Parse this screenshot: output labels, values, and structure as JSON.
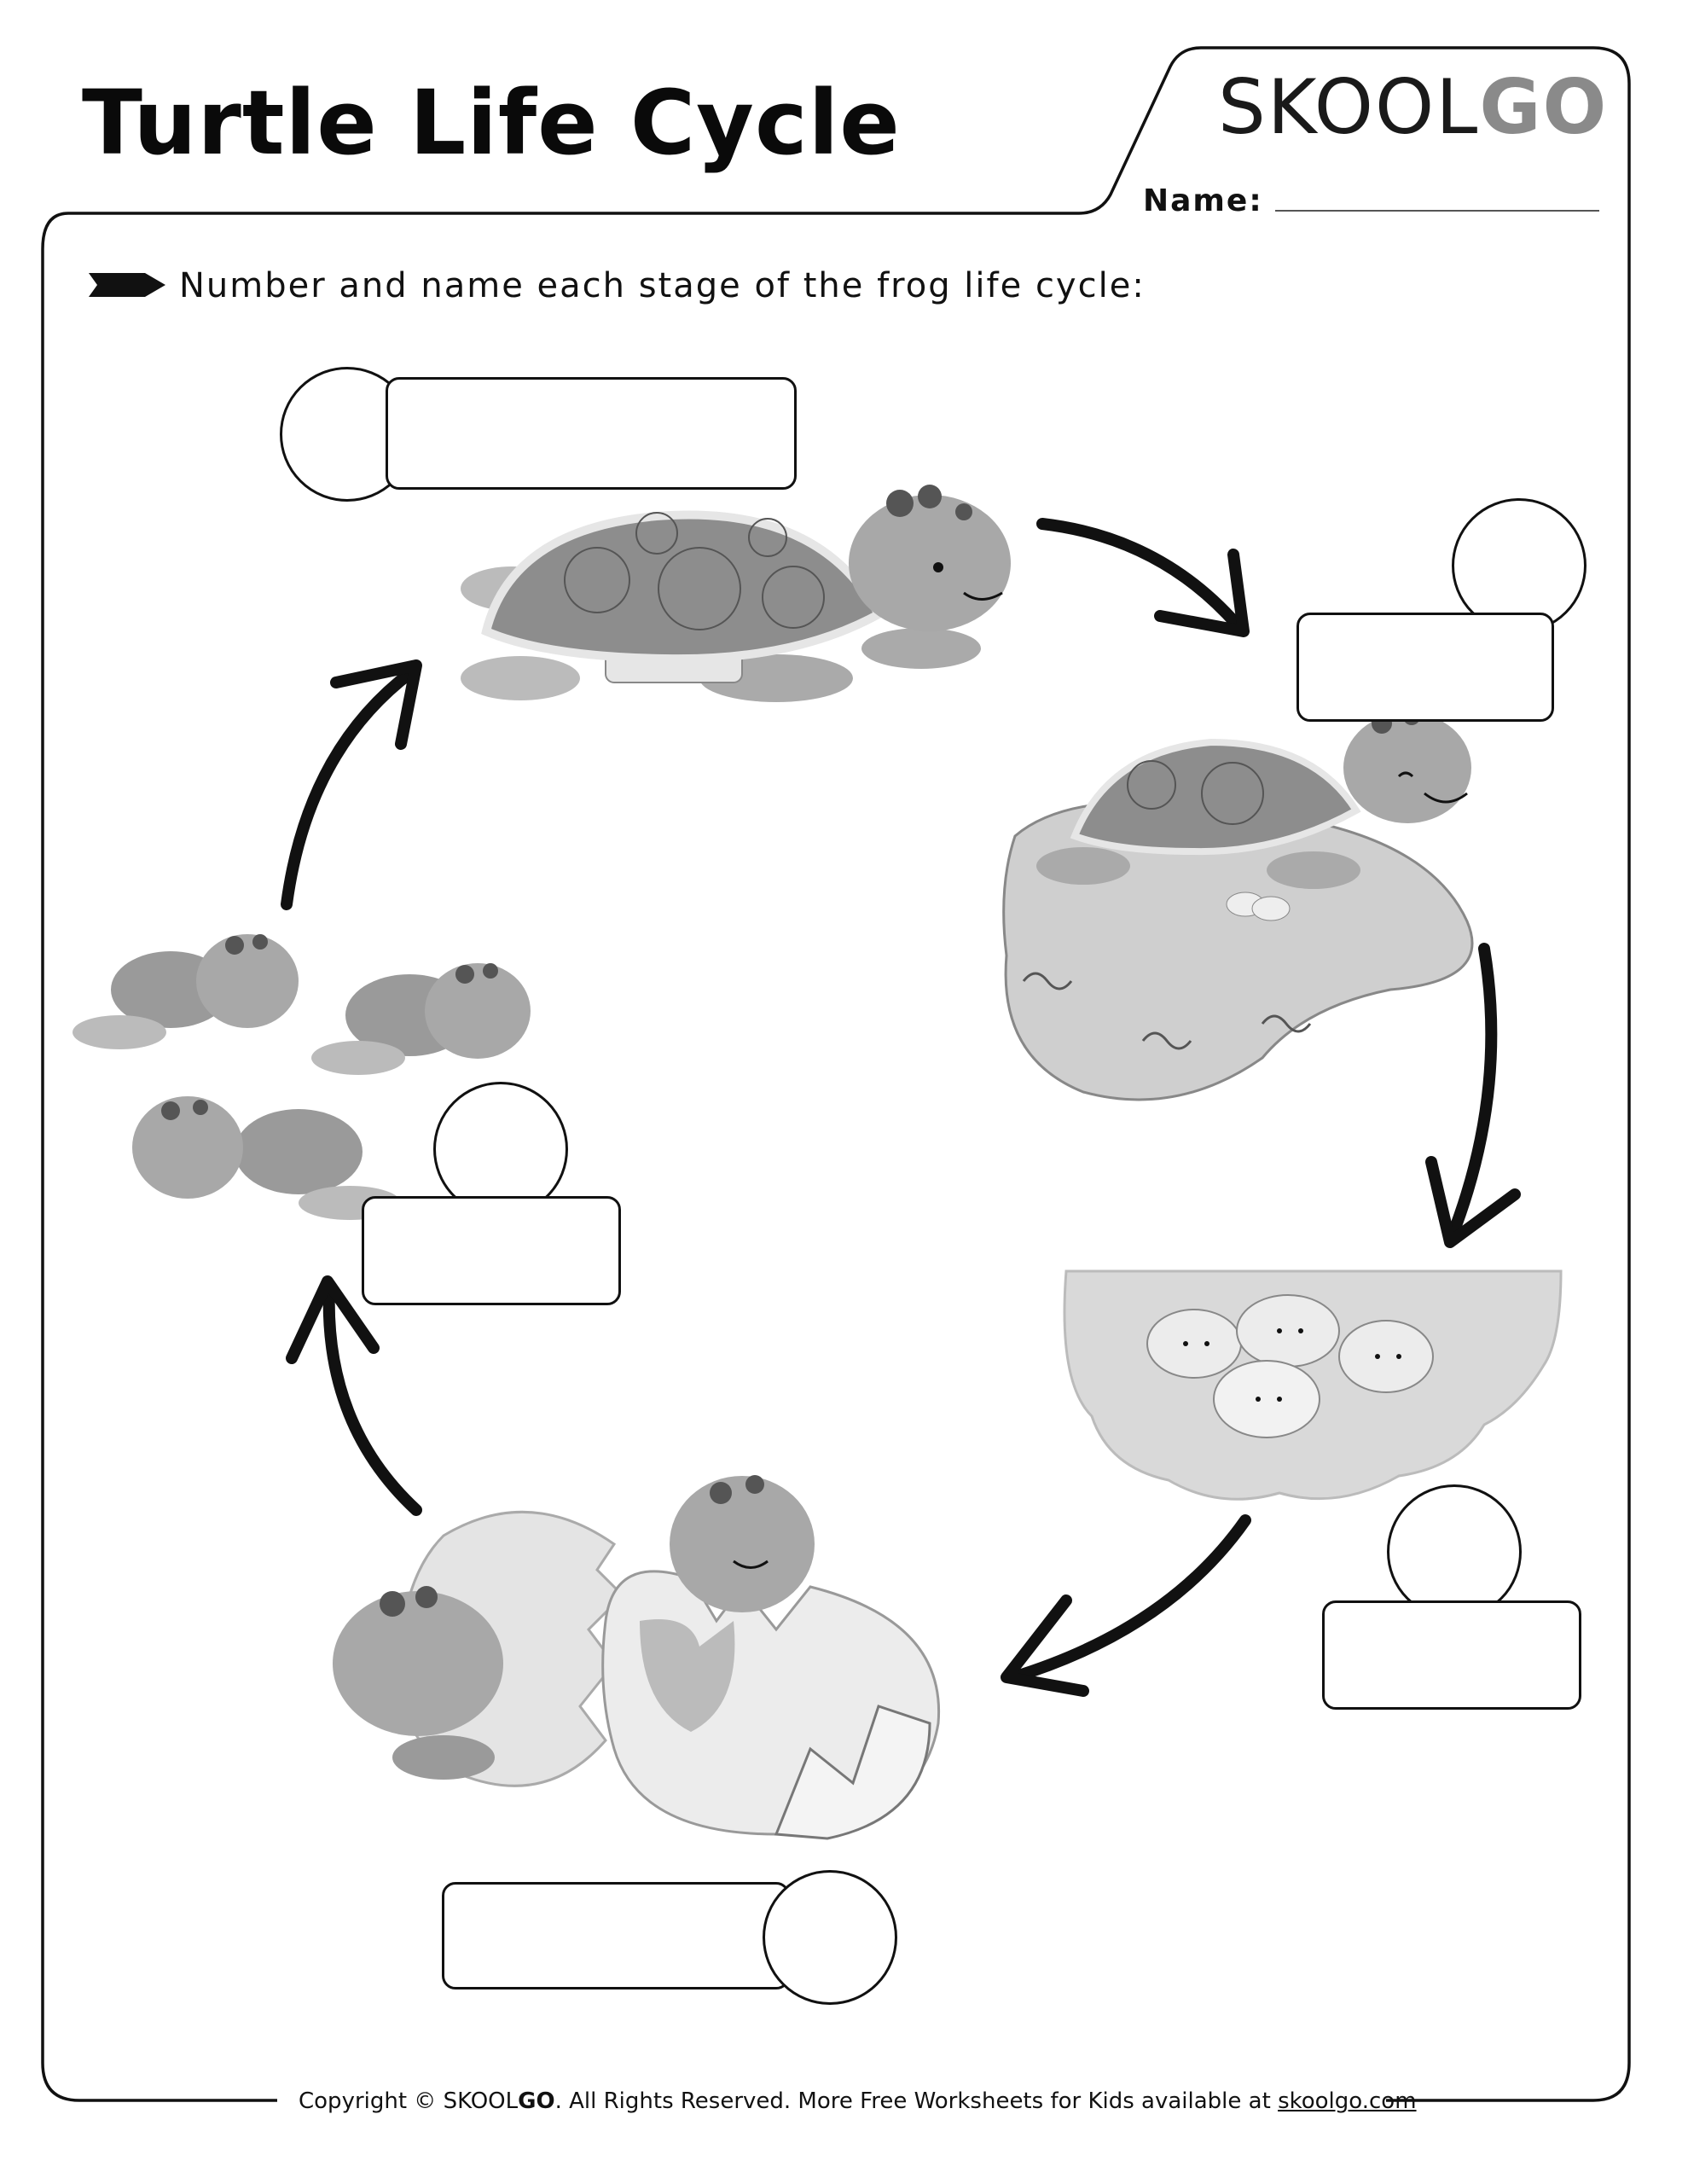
{
  "header": {
    "title": "Turtle Life Cycle",
    "brand_main": "SKOOL",
    "brand_accent": "GO",
    "name_label": "Name:"
  },
  "instruction": {
    "text": "Number and name each stage of the frog life cycle:",
    "icon": "arrow-tag-icon"
  },
  "stages": [
    {
      "id": "adult",
      "icon": "adult-turtle-icon"
    },
    {
      "id": "nesting",
      "icon": "nesting-turtle-icon"
    },
    {
      "id": "eggs",
      "icon": "turtle-eggs-icon"
    },
    {
      "id": "hatching",
      "icon": "hatching-turtle-icon"
    },
    {
      "id": "hatchlings",
      "icon": "hatchling-turtles-icon"
    }
  ],
  "footer": {
    "copyright_prefix": "Copyright © SKOOL",
    "copyright_brand_accent": "GO",
    "copyright_suffix": ". All Rights Reserved. More Free Worksheets for Kids available at ",
    "link": "skoolgo.com"
  },
  "colors": {
    "ink": "#111111",
    "brand_accent": "#8a8a8a",
    "art_dark": "#555555",
    "art_mid": "#9a9a9a",
    "art_light": "#d4d4d4"
  }
}
